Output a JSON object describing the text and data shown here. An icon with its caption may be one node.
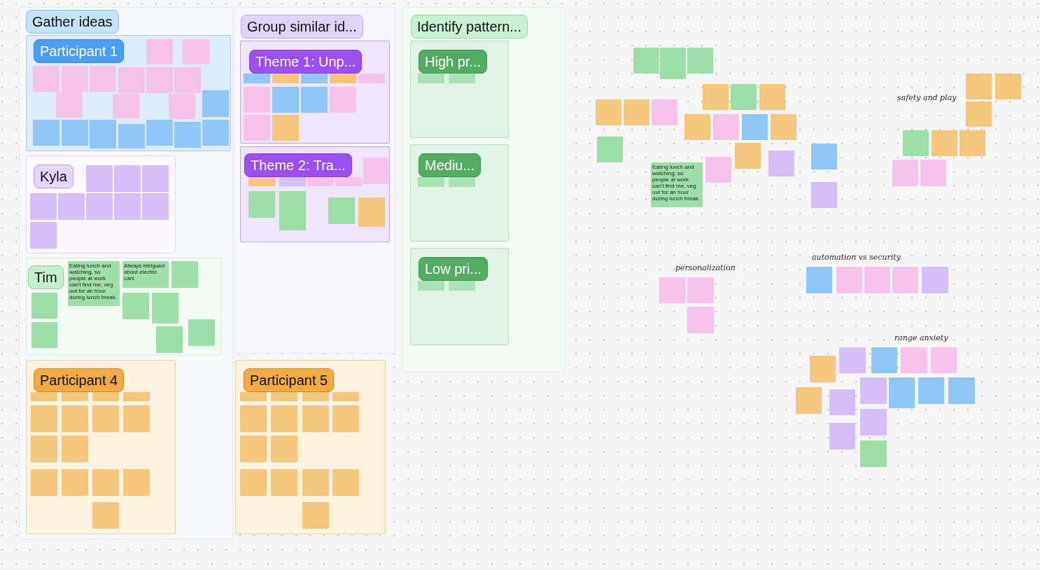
{
  "diagram": {
    "nodes": [
      {
        "text": [
          "Gather ideas"
        ]
      },
      {
        "text": [
          "Participant 1"
        ],
        "in": 0
      },
      {
        "text": [],
        "shape": "box",
        "in": 1
      },
      {
        "text": [],
        "shape": "box",
        "in": 1
      },
      {
        "text": [],
        "shape": "box",
        "in": 1
      },
      {
        "text": [],
        "shape": "box",
        "in": 1
      },
      {
        "text": [],
        "shape": "box",
        "in": 1
      },
      {
        "text": [],
        "shape": "box",
        "in": 1
      },
      {
        "text": [],
        "shape": "box",
        "in": 1
      },
      {
        "text": [],
        "shape": "box",
        "in": 1
      },
      {
        "text": [],
        "shape": "box",
        "in": 1
      },
      {
        "text": [],
        "shape": "box",
        "in": 1
      },
      {
        "text": [],
        "shape": "box",
        "in": 1
      },
      {
        "text": [],
        "shape": "box",
        "in": 1
      },
      {
        "text": [],
        "shape": "box",
        "in": 1
      },
      {
        "text": [],
        "shape": "box",
        "in": 1
      },
      {
        "text": [],
        "shape": "box",
        "in": 1
      },
      {
        "text": [],
        "shape": "box",
        "in": 1
      },
      {
        "text": [],
        "shape": "box",
        "in": 1
      },
      {
        "text": [],
        "shape": "box",
        "in": 1
      },
      {
        "text": [],
        "shape": "box",
        "in": 1
      },
      {
        "text": [
          "Kyla"
        ],
        "in": 0
      },
      {
        "text": [],
        "shape": "box",
        "in": 21
      },
      {
        "text": [],
        "shape": "box",
        "in": 21
      },
      {
        "text": [],
        "shape": "box",
        "in": 21
      },
      {
        "text": [],
        "shape": "box",
        "in": 21
      },
      {
        "text": [],
        "shape": "box",
        "in": 21
      },
      {
        "text": [],
        "shape": "box",
        "in": 21
      },
      {
        "text": [],
        "shape": "box",
        "in": 21
      },
      {
        "text": [],
        "shape": "box",
        "in": 21
      },
      {
        "text": [],
        "shape": "box",
        "in": 21
      },
      {
        "text": [
          "Tim"
        ],
        "in": 0
      },
      {
        "text": [],
        "shape": "box",
        "in": 31
      },
      {
        "text": [
          "Eating lunch and watching, so people at work can't find me, veg out for an hour during lunch break."
        ],
        "in": 31
      },
      {
        "text": [
          "Always intrigued about electric cars"
        ],
        "in": 31
      },
      {
        "text": [],
        "shape": "box",
        "in": 31
      },
      {
        "text": [],
        "shape": "box",
        "in": 31
      },
      {
        "text": [],
        "shape": "box",
        "in": 31
      },
      {
        "text": [],
        "shape": "box",
        "in": 31
      },
      {
        "text": [],
        "shape": "box",
        "in": 31
      },
      {
        "text": [],
        "shape": "box",
        "in": 31
      },
      {
        "text": [
          "Participant 4"
        ],
        "in": 0
      },
      {
        "text": [],
        "shape": "box",
        "in": 41
      },
      {
        "text": [],
        "shape": "box",
        "in": 41
      },
      {
        "text": [],
        "shape": "box",
        "in": 41
      },
      {
        "text": [],
        "shape": "box",
        "in": 41
      },
      {
        "text": [],
        "shape": "box",
        "in": 41
      },
      {
        "text": [],
        "shape": "box",
        "in": 41
      },
      {
        "text": [],
        "shape": "box",
        "in": 41
      },
      {
        "text": [],
        "shape": "box",
        "in": 41
      },
      {
        "text": [],
        "shape": "box",
        "in": 41
      },
      {
        "text": [],
        "shape": "box",
        "in": 41
      },
      {
        "text": [],
        "shape": "box",
        "in": 41
      },
      {
        "text": [],
        "shape": "box",
        "in": 41
      },
      {
        "text": [],
        "shape": "box",
        "in": 41
      },
      {
        "text": [],
        "shape": "box",
        "in": 41
      },
      {
        "text": [],
        "shape": "box",
        "in": 41
      },
      {
        "text": [
          "Participant 5"
        ]
      },
      {
        "text": [],
        "shape": "box",
        "in": 57
      },
      {
        "text": [],
        "shape": "box",
        "in": 57
      },
      {
        "text": [],
        "shape": "box",
        "in": 57
      },
      {
        "text": [],
        "shape": "box",
        "in": 57
      },
      {
        "text": [],
        "shape": "box",
        "in": 57
      },
      {
        "text": [],
        "shape": "box",
        "in": 57
      },
      {
        "text": [],
        "shape": "box",
        "in": 57
      },
      {
        "text": [],
        "shape": "box",
        "in": 57
      },
      {
        "text": [],
        "shape": "box",
        "in": 57
      },
      {
        "text": [],
        "shape": "box",
        "in": 57
      },
      {
        "text": [],
        "shape": "box",
        "in": 57
      },
      {
        "text": [],
        "shape": "box",
        "in": 57
      },
      {
        "text": [],
        "shape": "box",
        "in": 57
      },
      {
        "text": [],
        "shape": "box",
        "in": 57
      },
      {
        "text": [],
        "shape": "box",
        "in": 57
      },
      {
        "text": [
          "Group similar id..."
        ]
      },
      {
        "text": [
          "Theme 1: Unp..."
        ],
        "in": 73
      },
      {
        "text": [],
        "shape": "box",
        "in": 74
      },
      {
        "text": [],
        "shape": "box",
        "in": 74
      },
      {
        "text": [],
        "shape": "box",
        "in": 74
      },
      {
        "text": [],
        "shape": "box",
        "in": 74
      },
      {
        "text": [],
        "shape": "box",
        "in": 74
      },
      {
        "text": [],
        "shape": "box",
        "in": 74
      },
      {
        "text": [],
        "shape": "box",
        "in": 74
      },
      {
        "text": [],
        "shape": "box",
        "in": 74
      },
      {
        "text": [],
        "shape": "box",
        "in": 74
      },
      {
        "text": [],
        "shape": "box",
        "in": 74
      },
      {
        "text": [],
        "shape": "box",
        "in": 74
      },
      {
        "text": [
          "Theme 2: Tra..."
        ],
        "in": 73
      },
      {
        "text": [],
        "shape": "box",
        "in": 86
      },
      {
        "text": [],
        "shape": "box",
        "in": 86
      },
      {
        "text": [],
        "shape": "box",
        "in": 86
      },
      {
        "text": [],
        "shape": "box",
        "in": 86
      },
      {
        "text": [],
        "shape": "box",
        "in": 86
      },
      {
        "text": [],
        "shape": "box",
        "in": 86
      },
      {
        "text": [],
        "shape": "box",
        "in": 86
      },
      {
        "text": [],
        "shape": "box",
        "in": 86
      },
      {
        "text": [],
        "shape": "box",
        "in": 86
      },
      {
        "text": [
          "Identify pattern..."
        ]
      },
      {
        "text": [
          "High pr..."
        ],
        "in": 96
      },
      {
        "text": [],
        "shape": "box",
        "in": 97
      },
      {
        "text": [],
        "shape": "box",
        "in": 97
      },
      {
        "text": [
          "Mediu..."
        ],
        "in": 96
      },
      {
        "text": [],
        "shape": "box",
        "in": 100
      },
      {
        "text": [],
        "shape": "box",
        "in": 100
      },
      {
        "text": [
          "Low pri..."
        ],
        "in": 96
      },
      {
        "text": [],
        "shape": "box",
        "in": 103
      },
      {
        "text": [],
        "shape": "box",
        "in": 103
      },
      {
        "text": [],
        "shape": "box"
      },
      {
        "text": [],
        "shape": "box"
      },
      {
        "text": [],
        "shape": "box"
      },
      {
        "text": [],
        "shape": "box"
      },
      {
        "text": [],
        "shape": "box"
      },
      {
        "text": [],
        "shape": "box"
      },
      {
        "text": [],
        "shape": "box"
      },
      {
        "text": [],
        "shape": "box"
      },
      {
        "text": [],
        "shape": "box"
      },
      {
        "text": [],
        "shape": "box"
      },
      {
        "text": [],
        "shape": "box"
      },
      {
        "text": [],
        "shape": "box"
      },
      {
        "text": [],
        "shape": "box"
      },
      {
        "text": [],
        "shape": "box"
      },
      {
        "text": [],
        "shape": "box"
      },
      {
        "text": [],
        "shape": "box"
      },
      {
        "text": [],
        "shape": "box"
      },
      {
        "text": [
          "Eating lunch and watching, so people at work can't find me, veg out for an hour during lunch break."
        ]
      },
      {
        "text": [],
        "shape": "box"
      },
      {
        "text": [],
        "shape": "box"
      },
      {
        "text": [],
        "shape": "box"
      },
      {
        "text": [],
        "shape": "box"
      },
      {
        "text": [],
        "shape": "box"
      },
      {
        "text": [],
        "shape": "box"
      },
      {
        "text": [],
        "shape": "box"
      },
      {
        "text": [],
        "shape": "box"
      },
      {
        "text": [],
        "shape": "box"
      },
      {
        "text": [],
        "shape": "box"
      },
      {
        "text": [],
        "shape": "box"
      },
      {
        "text": [],
        "shape": "box"
      },
      {
        "text": [],
        "shape": "box"
      },
      {
        "text": [],
        "shape": "box"
      },
      {
        "text": [],
        "shape": "box"
      },
      {
        "text": [],
        "shape": "box"
      },
      {
        "text": [],
        "shape": "box"
      },
      {
        "text": [],
        "shape": "box"
      },
      {
        "text": [],
        "shape": "box"
      },
      {
        "text": [],
        "shape": "box"
      },
      {
        "text": [],
        "shape": "box"
      },
      {
        "text": [],
        "shape": "box"
      },
      {
        "text": [],
        "shape": "box"
      },
      {
        "text": [],
        "shape": "box"
      },
      {
        "text": [],
        "shape": "box"
      },
      {
        "text": [],
        "shape": "box"
      },
      {
        "text": [],
        "shape": "box"
      },
      {
        "text": [],
        "shape": "box"
      },
      {
        "text": [],
        "shape": "box"
      },
      {
        "text": [],
        "shape": "box"
      },
      {
        "text": [],
        "shape": "box"
      },
      {
        "text": [],
        "shape": "box"
      }
    ],
    "labels": [
      "safety and play",
      "personalization",
      "automation vs security",
      "range anxiety"
    ]
  }
}
